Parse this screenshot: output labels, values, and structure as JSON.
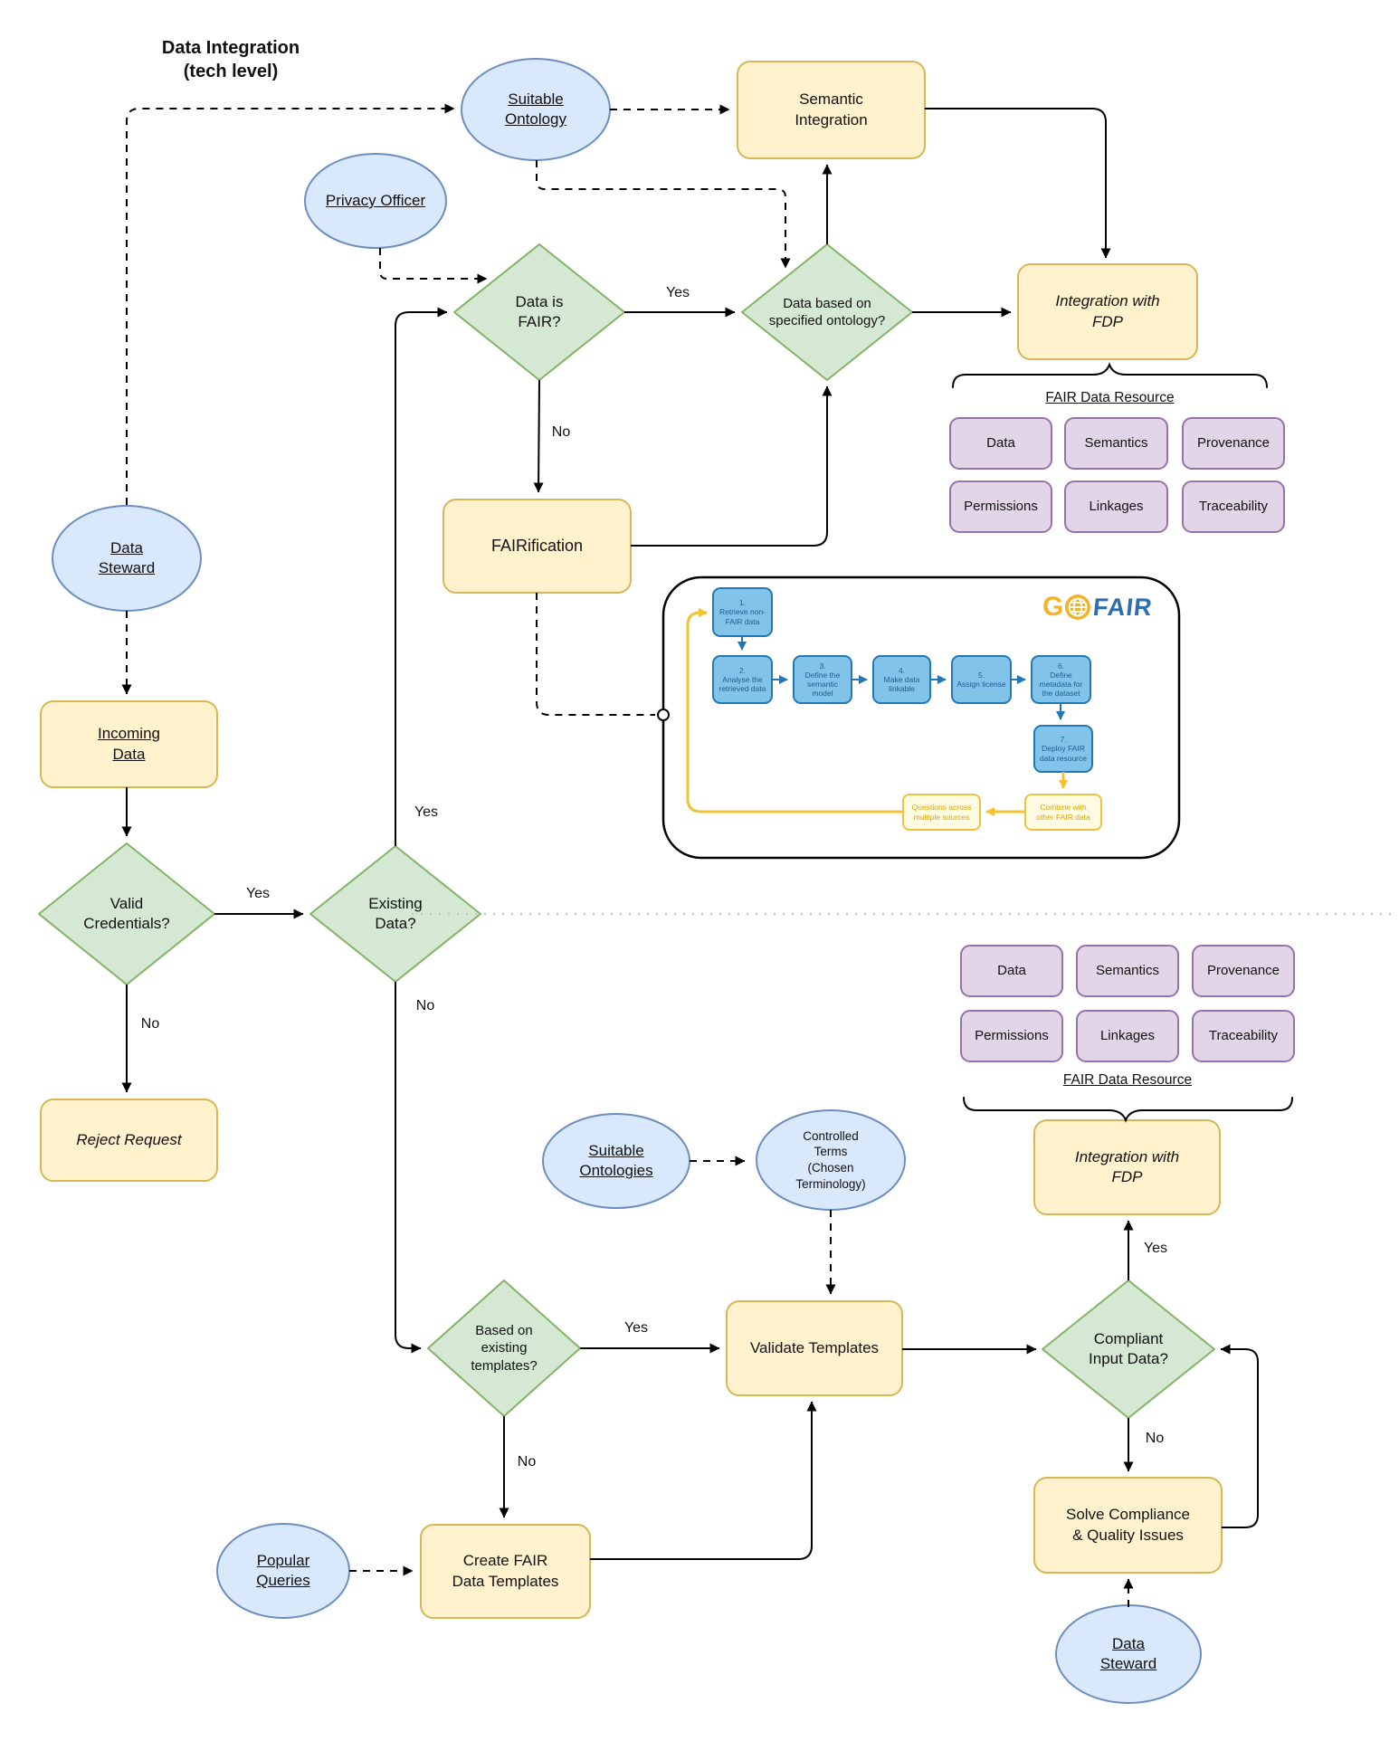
{
  "diagram": {
    "title": "Data Integration\n(tech level)",
    "labels": {
      "yes": "Yes",
      "no": "No"
    },
    "nodes": {
      "suitable_ontology": "Suitable\nOntology",
      "privacy_officer": "Privacy Officer",
      "semantic_integration": "Semantic\nIntegration",
      "data_is_fair": "Data is\nFAIR?",
      "ontology_check": "Data based on\nspecified ontology?",
      "integration_fdp": "Integration with\nFDP",
      "fairification": "FAIRification",
      "data_steward": "Data\nSteward",
      "incoming_data": "Incoming\nData",
      "valid_credentials": "Valid\nCredentials?",
      "existing_data": "Existing\nData?",
      "reject_request": "Reject Request",
      "suitable_ontologies": "Suitable\nOntologies",
      "controlled_terms": "Controlled\nTerms\n(Chosen\nTerminology)",
      "based_on_templates": "Based on\nexisting\ntemplates?",
      "validate_templates": "Validate Templates",
      "compliant_input": "Compliant\nInput Data?",
      "solve_compliance": "Solve Compliance\n& Quality Issues",
      "create_templates": "Create FAIR\nData Templates",
      "popular_queries": "Popular\nQueries"
    },
    "fair_data_resource": {
      "label": "FAIR Data Resource",
      "components": [
        "Data",
        "Semantics",
        "Provenance",
        "Permissions",
        "Linkages",
        "Traceability"
      ]
    },
    "gofair": {
      "logo_g": "G",
      "logo_fair": "FAIR",
      "steps": [
        "1.\nRetrieve non-\nFAIR data",
        "2.\nAnalyse the\nretrieved  data",
        "3.\nDefine the\nsemantic\nmodel",
        "4.\nMake data\nlinkable",
        "5.\nAssign license",
        "6.\nDefine\nmetadata for\nthe dataset",
        "7.\nDeploy FAIR\ndata resource"
      ],
      "feedback": [
        "Combine with\nother FAIR data",
        "Questions across\nmultiple sources"
      ]
    },
    "colors": {
      "process_fill": "#FFF2CC",
      "process_stroke": "#D6B656",
      "decision_fill": "#D5E8D4",
      "decision_stroke": "#82B366",
      "actor_fill": "#DAE8FC",
      "actor_stroke": "#6C8EBF",
      "component_fill": "#E1D5E7",
      "component_stroke": "#9673A6",
      "gofair_step_fill": "#82C3E9",
      "gofair_step_stroke": "#2278B5",
      "gofair_feedback_fill": "#FFFCE3",
      "gofair_feedback_stroke": "#F0C040",
      "gofair_yellow": "#F0B429",
      "gofair_blue": "#2D6FAD",
      "edge": "#000000",
      "divider": "#C4C4C4"
    }
  }
}
